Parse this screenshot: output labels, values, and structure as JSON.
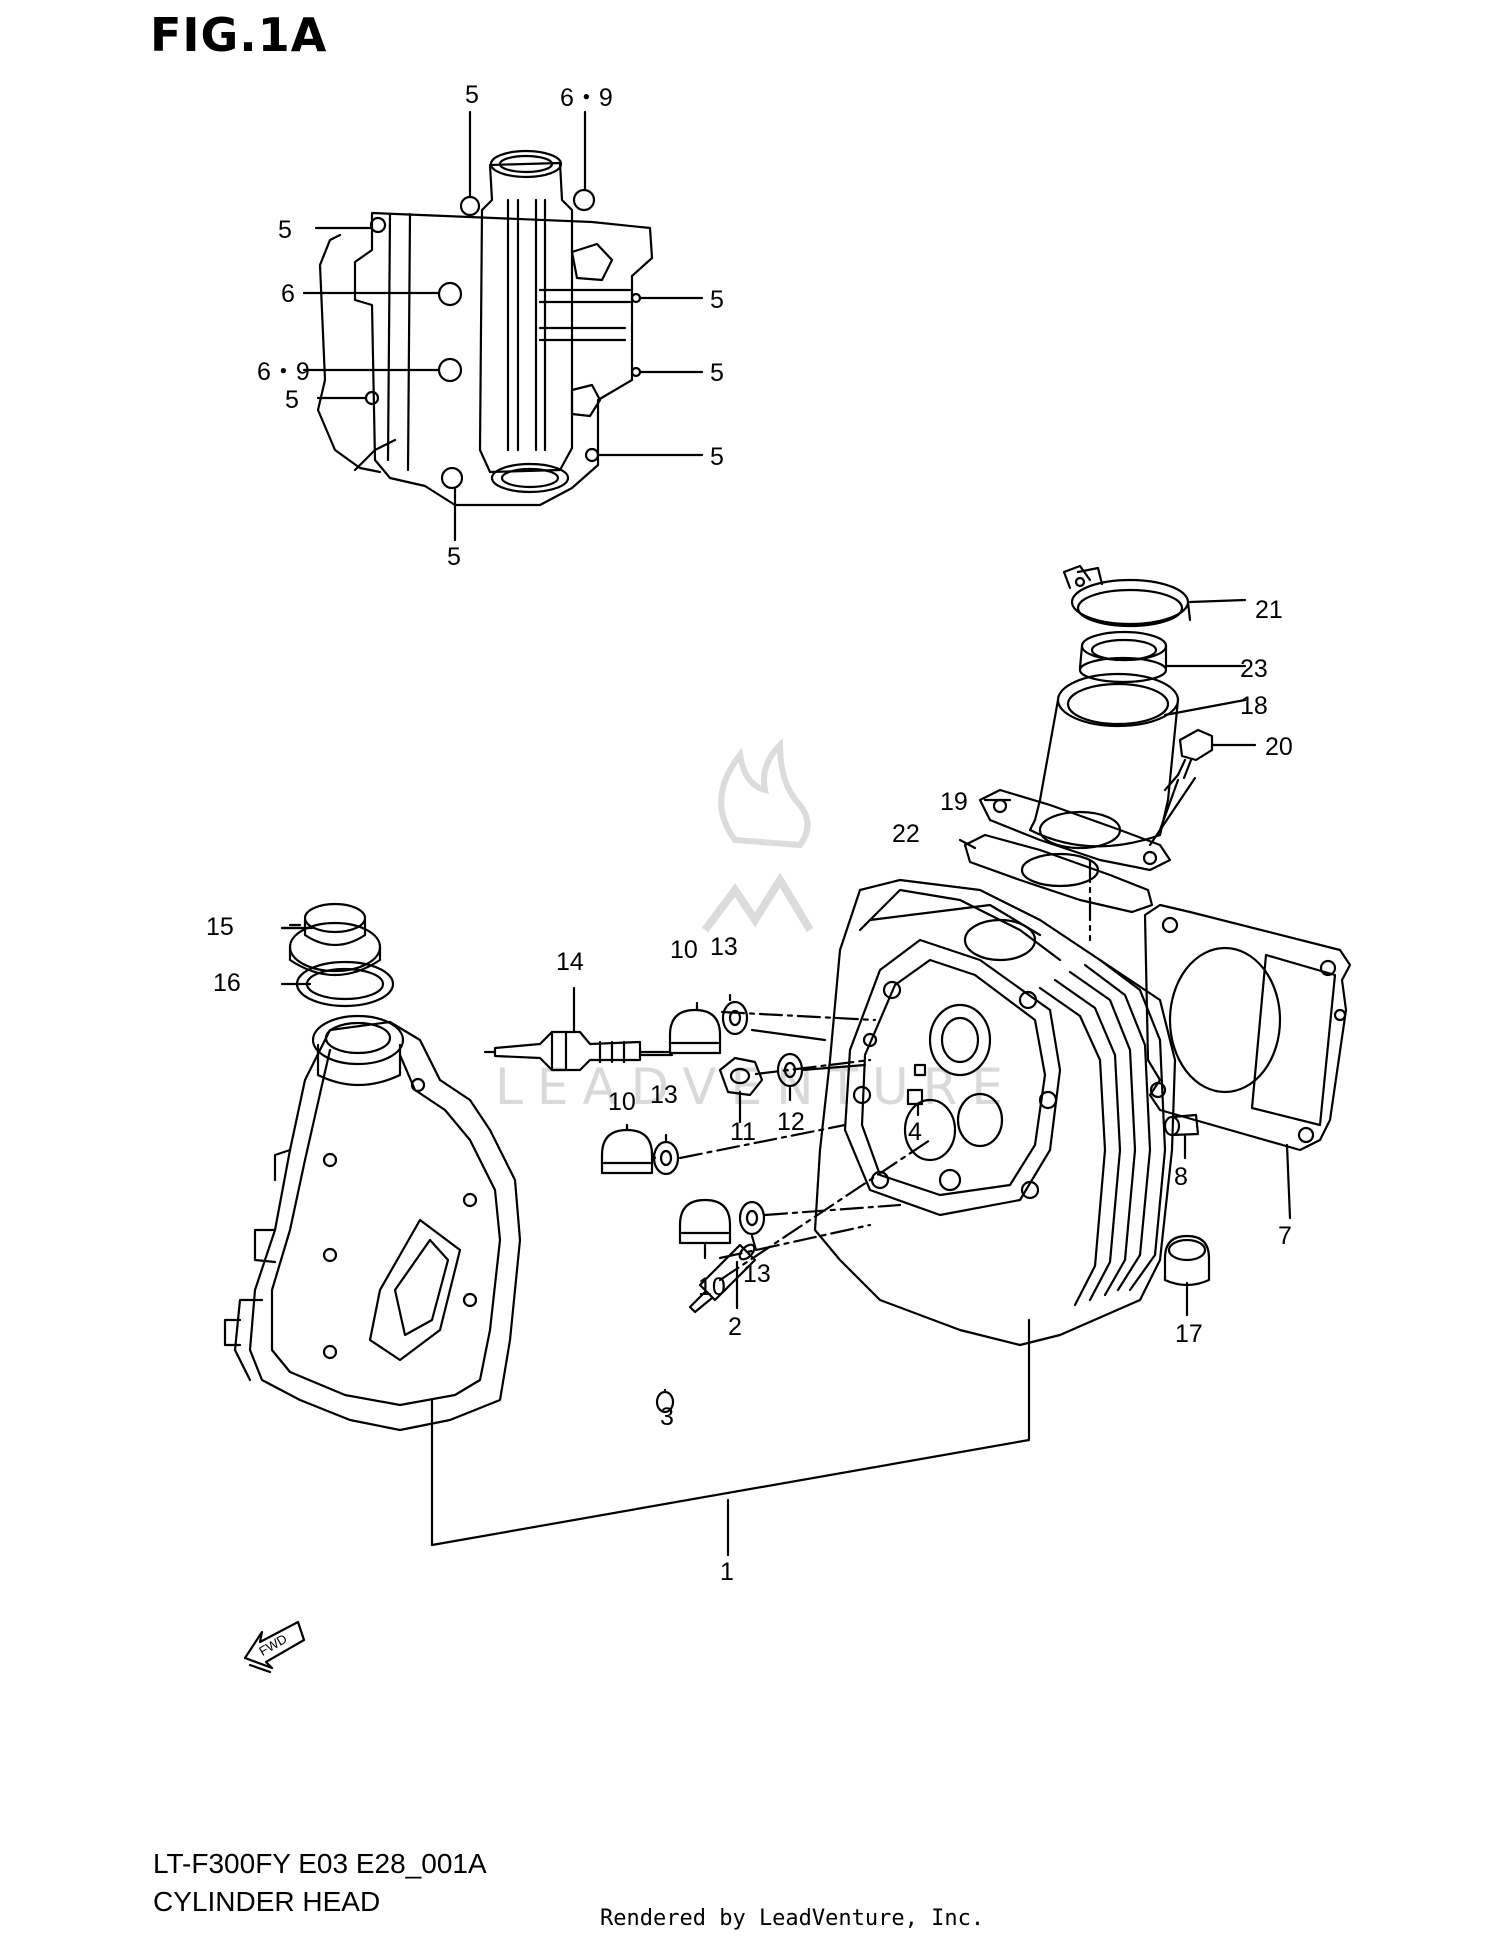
{
  "figure": {
    "title": "FIG.1A"
  },
  "footer": {
    "model_code": "LT-F300FY E03 E28_001A",
    "section_name": "CYLINDER HEAD",
    "rendered_by": "Rendered by LeadVenture, Inc."
  },
  "watermark": {
    "text": "LEADVENTURE"
  },
  "fwd_arrow": {
    "label": "FWD"
  },
  "callouts": {
    "top_5_a": "5",
    "top_6_9_a": "6・9",
    "top_5_b": "5",
    "top_6": "6",
    "top_6_9_b": "6・9",
    "top_5_c": "5",
    "top_5_d": "5",
    "top_5_e": "5",
    "top_5_f": "5",
    "top_5_g": "5",
    "p1": "1",
    "p2": "2",
    "p3": "3",
    "p4": "4",
    "p7": "7",
    "p8": "8",
    "p10_a": "10",
    "p10_b": "10",
    "p10_c": "10",
    "p11": "11",
    "p12": "12",
    "p13_a": "13",
    "p13_b": "13",
    "p13_c": "13",
    "p14": "14",
    "p15": "15",
    "p16": "16",
    "p17": "17",
    "p18": "18",
    "p19": "19",
    "p20": "20",
    "p21": "21",
    "p22": "22",
    "p23": "23"
  },
  "colors": {
    "ink": "#000000",
    "watermark": "#d9d9d9"
  }
}
